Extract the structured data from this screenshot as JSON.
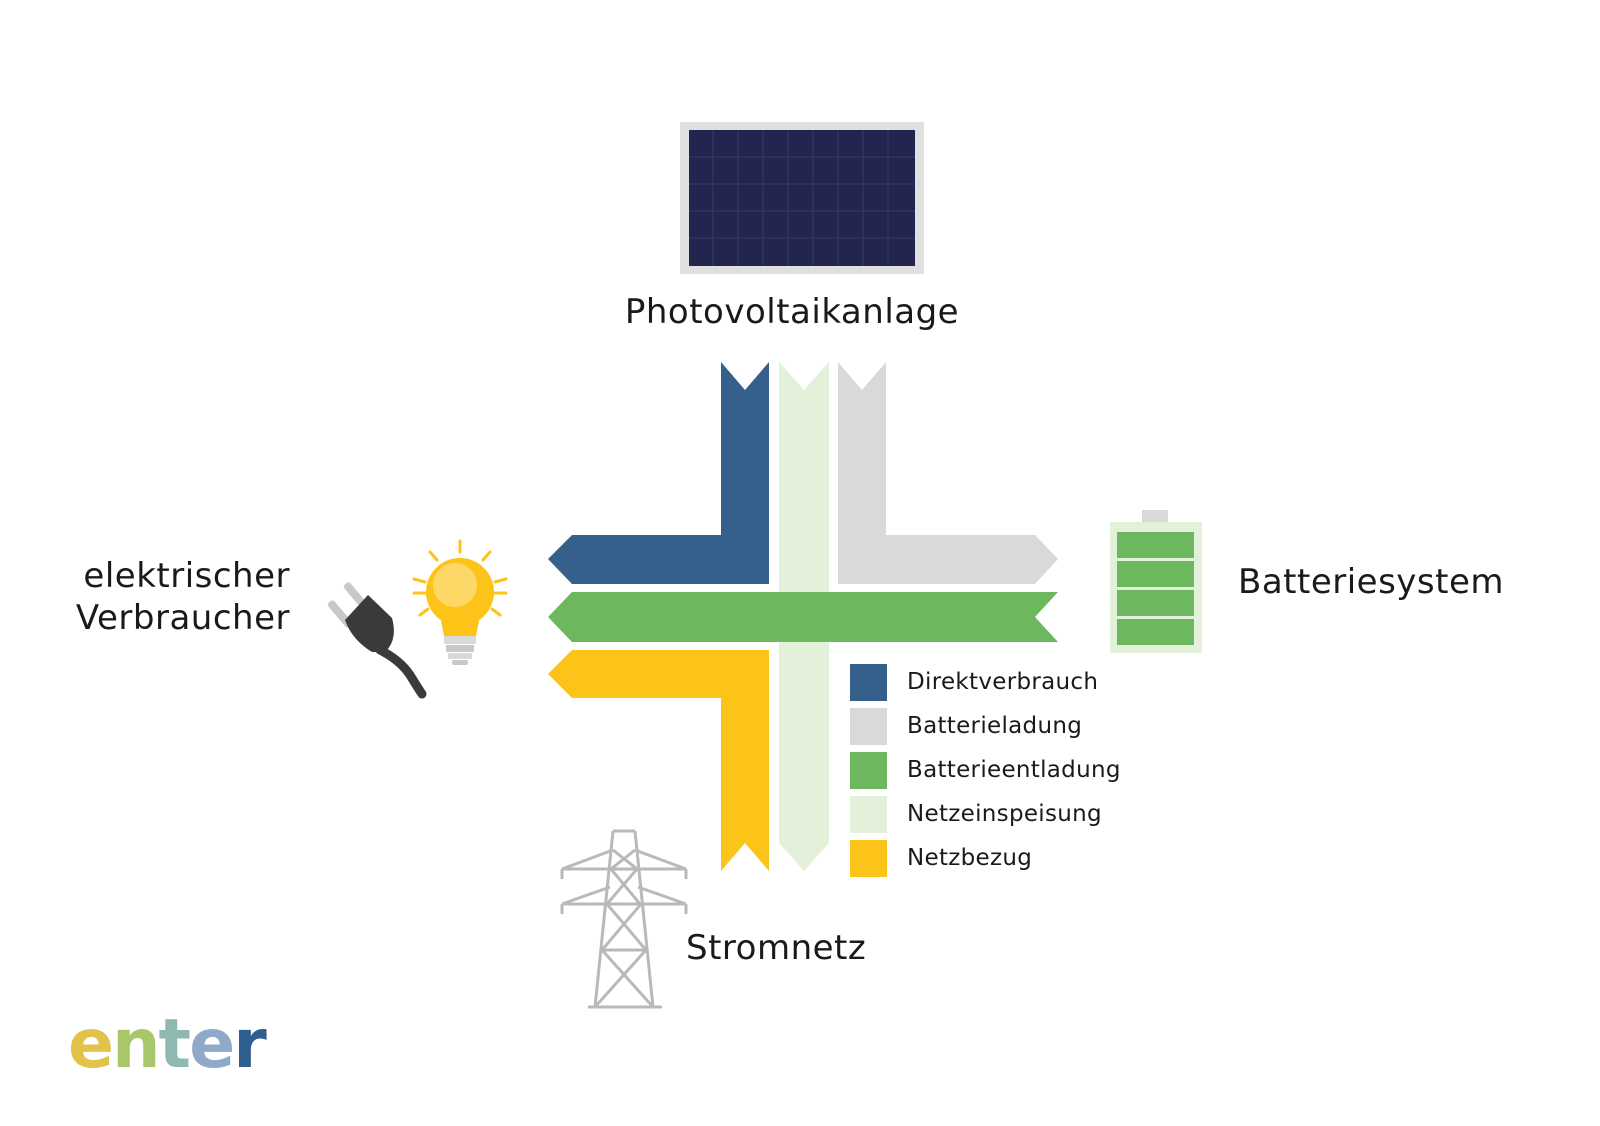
{
  "labels": {
    "pv": "Photovoltaikanlage",
    "consumer_line1": "elektrischer",
    "consumer_line2": "Verbraucher",
    "battery": "Batteriesystem",
    "grid": "Stromnetz"
  },
  "legend": [
    {
      "label": "Direktverbrauch",
      "color": "#35608c"
    },
    {
      "label": "Batterieladung",
      "color": "#dad8d9"
    },
    {
      "label": "Batterieentladung",
      "color": "#6db85f"
    },
    {
      "label": "Netzeinspeisung",
      "color": "#e3f1db"
    },
    {
      "label": "Netzbezug",
      "color": "#fcc419"
    }
  ],
  "logo": {
    "letters": [
      "e",
      "n",
      "t",
      "e",
      "r"
    ],
    "colors": [
      "#e2c34a",
      "#a8c76a",
      "#8fb8b0",
      "#8fa9c9",
      "#2f5f8f"
    ]
  },
  "icons": {
    "pv": "solar-panel-icon",
    "consumer_plug": "power-plug-icon",
    "consumer_bulb": "light-bulb-icon",
    "battery": "battery-icon",
    "grid": "power-pylon-icon"
  }
}
